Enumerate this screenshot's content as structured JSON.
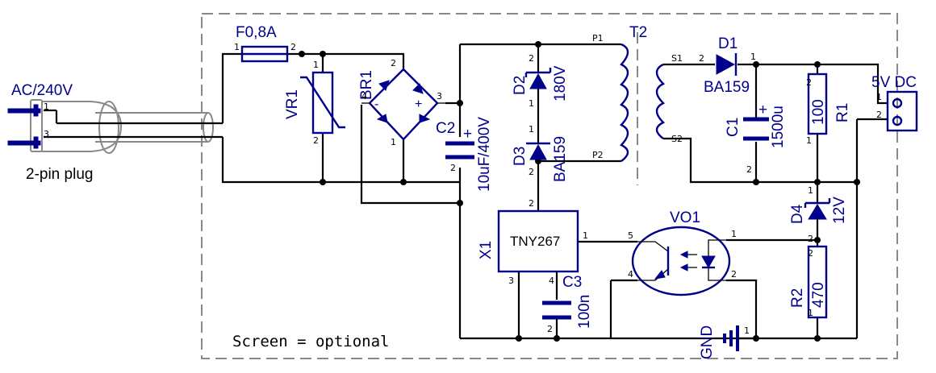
{
  "labels": {
    "ac_input": "AC/240V",
    "plug": "2-pin plug",
    "fuse": "F0,8A",
    "varistor": "VR1",
    "bridge": "BR1",
    "c2_ref": "C2",
    "c2_val": "10uF/400V",
    "d2_ref": "D2",
    "d2_val": "180V",
    "d3_ref": "D3",
    "d3_val": "BA159",
    "transformer": "T2",
    "p1": "P1",
    "p2": "P2",
    "s1": "S1",
    "s2": "S2",
    "d1_ref": "D1",
    "d1_val": "BA159",
    "c1_ref": "C1",
    "c1_val": "1500u",
    "r1_ref": "R1",
    "r1_val": "100",
    "output": "5V DC",
    "d4_ref": "D4",
    "d4_val": "12V",
    "x1_ref": "X1",
    "x1_val": "TNY267",
    "opto": "VO1",
    "c3_ref": "C3",
    "c3_val": "100n",
    "r2_ref": "R2",
    "r2_val": "470",
    "gnd": "GND",
    "screen_note": "Screen = optional",
    "plus_c2": "+",
    "plus_c1": "+",
    "bridge_minus": "-",
    "bridge_plus": "+"
  },
  "pins": {
    "one": "1",
    "two": "2",
    "three": "3",
    "four": "4",
    "five": "5"
  },
  "colors": {
    "component": "#00008b",
    "wire": "#000000",
    "screen": "#888888"
  }
}
